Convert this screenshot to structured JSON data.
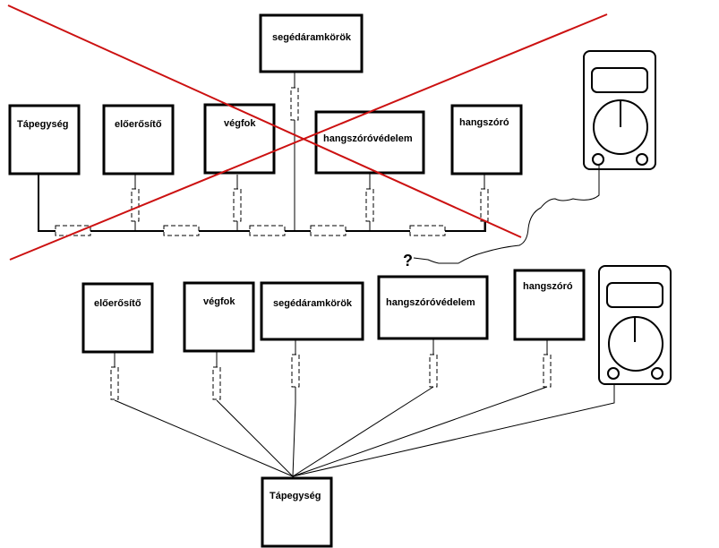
{
  "top_diagram": {
    "status": "crossed-out",
    "blocks": {
      "power_supply": "Tápegység",
      "preamp": "előerősítő",
      "power_amp": "végfok",
      "aux_circuits": "segédáramkörök",
      "speaker_protection": "hangszóróvédelem",
      "speaker": "hangszóró"
    },
    "question_mark": "?"
  },
  "bottom_diagram": {
    "blocks": {
      "preamp": "előerősítő",
      "power_amp": "végfok",
      "aux_circuits": "segédáramkörök",
      "speaker_protection": "hangszóróvédelem",
      "speaker": "hangszóró",
      "power_supply": "Tápegység"
    }
  },
  "colors": {
    "cross_out": "#cc1111",
    "line": "#000000",
    "background": "#ffffff"
  }
}
